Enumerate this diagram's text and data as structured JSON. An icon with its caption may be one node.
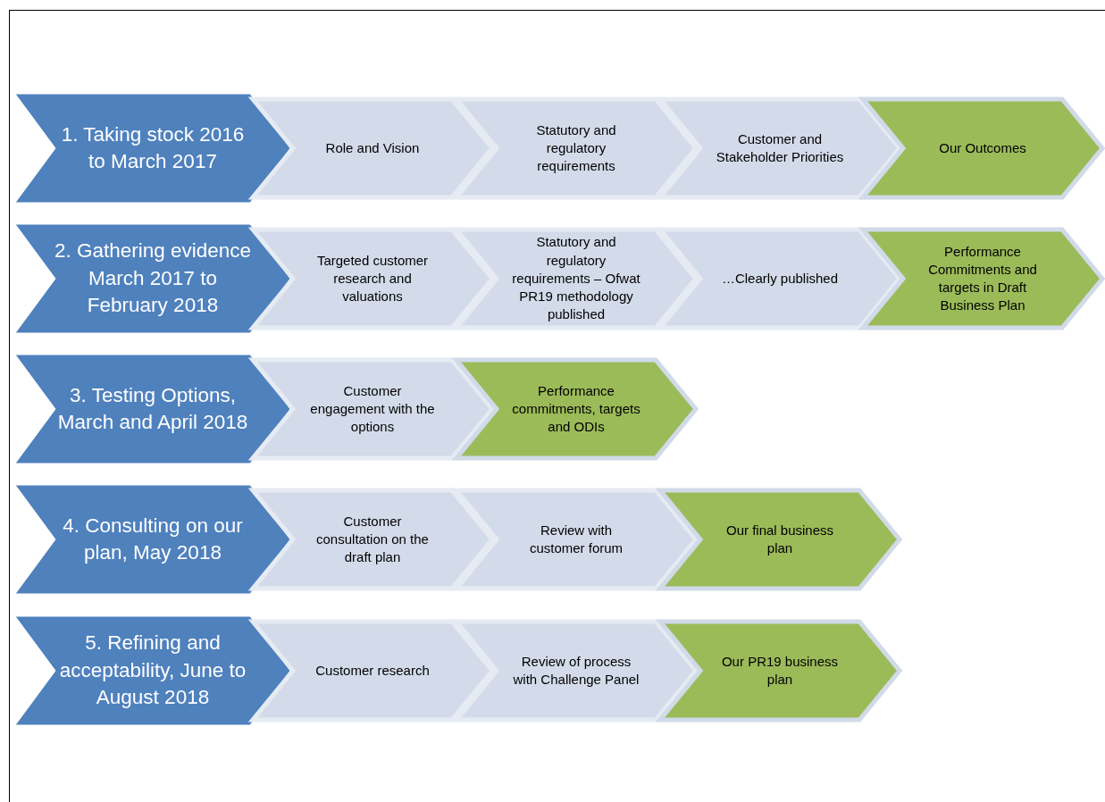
{
  "diagram": {
    "nodes": [
      {
        "text": [
          "1. Taking stock 2016 to March 2017"
        ]
      },
      {
        "text": [
          "Role and Vision"
        ]
      },
      {
        "text": [
          "Statutory and regulatory requirements"
        ]
      },
      {
        "text": [
          "Customer and Stakeholder Priorities"
        ]
      },
      {
        "text": [
          "Our Outcomes"
        ]
      },
      {
        "text": [
          "2. Gathering evidence March 2017 to February 2018"
        ]
      },
      {
        "text": [
          "Targeted customer research and valuations"
        ]
      },
      {
        "text": [
          "Statutory and regulatory requirements – Ofwat PR19 methodology published"
        ]
      },
      {
        "text": [
          "…Clearly published"
        ]
      },
      {
        "text": [
          "Performance Commitments and targets in Draft Business Plan"
        ]
      },
      {
        "text": [
          "3. Testing Options, March and April 2018"
        ]
      },
      {
        "text": [
          "Customer engagement with the options"
        ]
      },
      {
        "text": [
          "Performance commitments, targets and ODIs"
        ]
      },
      {
        "text": [
          "4. Consulting on our plan, May 2018"
        ]
      },
      {
        "text": [
          "Customer consultation on the draft plan"
        ]
      },
      {
        "text": [
          "Review with customer forum"
        ]
      },
      {
        "text": [
          "Our final business plan"
        ]
      },
      {
        "text": [
          "5. Refining and acceptability, June to August 2018"
        ]
      },
      {
        "text": [
          "Customer research"
        ]
      },
      {
        "text": [
          "Review of process with Challenge Panel"
        ]
      },
      {
        "text": [
          "Our PR19 business plan"
        ]
      }
    ]
  }
}
